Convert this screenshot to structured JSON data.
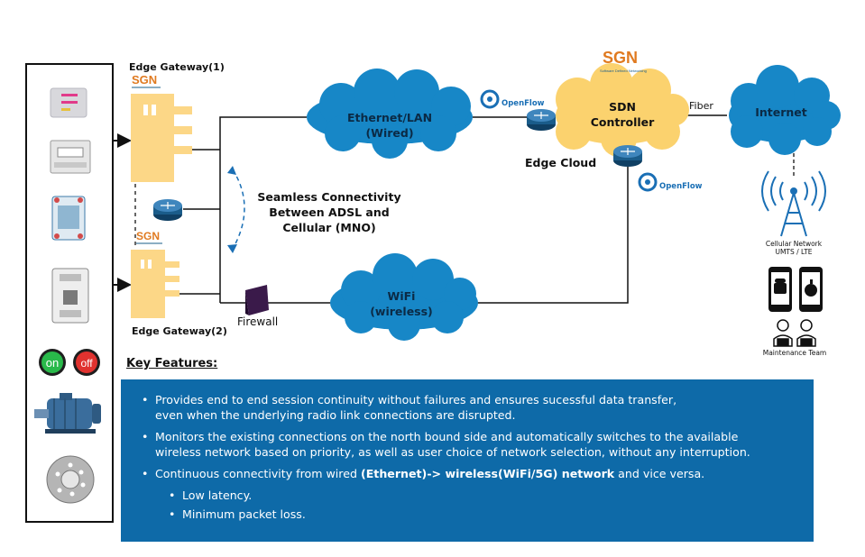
{
  "gateways": {
    "gw1": {
      "label": "Edge Gateway(1)"
    },
    "gw2": {
      "label": "Edge Gateway(2)"
    }
  },
  "logo": {
    "text": "SGN",
    "tagline": "Software Defined Networking"
  },
  "clouds": {
    "ethernet": {
      "line1": "Ethernet/LAN",
      "line2": "(Wired)"
    },
    "wifi": {
      "line1": "WiFi",
      "line2": "(wireless)"
    },
    "sdn": {
      "line1": "SDN",
      "line2": "Controller"
    },
    "internet": {
      "line1": "Internet"
    }
  },
  "labels": {
    "edge_cloud": "Edge Cloud",
    "firewall": "Firewall",
    "fiber": "Fiber",
    "openflow": "OpenFlow",
    "seamless": [
      "Seamless Connectivity",
      "Between ADSL and",
      "Cellular (MNO)"
    ],
    "cellular": [
      "Cellular Network",
      "UMTS / LTE"
    ],
    "maintenance": "Maintenance Team"
  },
  "devices": {
    "on_label": "on",
    "off_label": "off"
  },
  "features": {
    "title": "Key Features:",
    "items": [
      {
        "line1": "Provides end to end session continuity without failures and ensures sucessful data transfer,",
        "line2": "even when the underlying radio link connections are disrupted."
      },
      {
        "line1": "Monitors the existing connections on the north bound side and automatically switches to the available",
        "line2": "wireless network based on priority, as well as user choice of network selection, without any interruption."
      }
    ],
    "item3": {
      "prefix": "Continuous connectivity from wired ",
      "bold": "(Ethernet)-> wireless(WiFi/5G) network",
      "suffix": " and vice versa."
    },
    "subitems": [
      "Low latency.",
      "Minimum packet loss."
    ]
  },
  "colors": {
    "gateway": "#fcd787",
    "cloud_blue": "#1787c7",
    "cloud_sdn": "#fbd26e",
    "panel_blue": "#0e6aa8",
    "router": "#1a5c8a"
  }
}
